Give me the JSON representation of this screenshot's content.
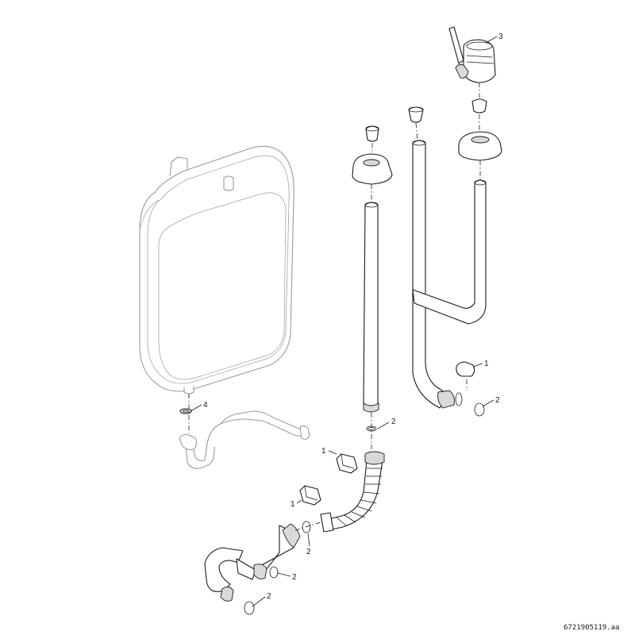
{
  "callouts": {
    "c3": "3",
    "c4": "4",
    "c1a": "1",
    "c2a": "2",
    "c2b": "2",
    "c1b": "1",
    "c1c": "1",
    "c2c": "2",
    "c2d": "2",
    "c2e": "2"
  },
  "document_number": "6721905119.aa"
}
